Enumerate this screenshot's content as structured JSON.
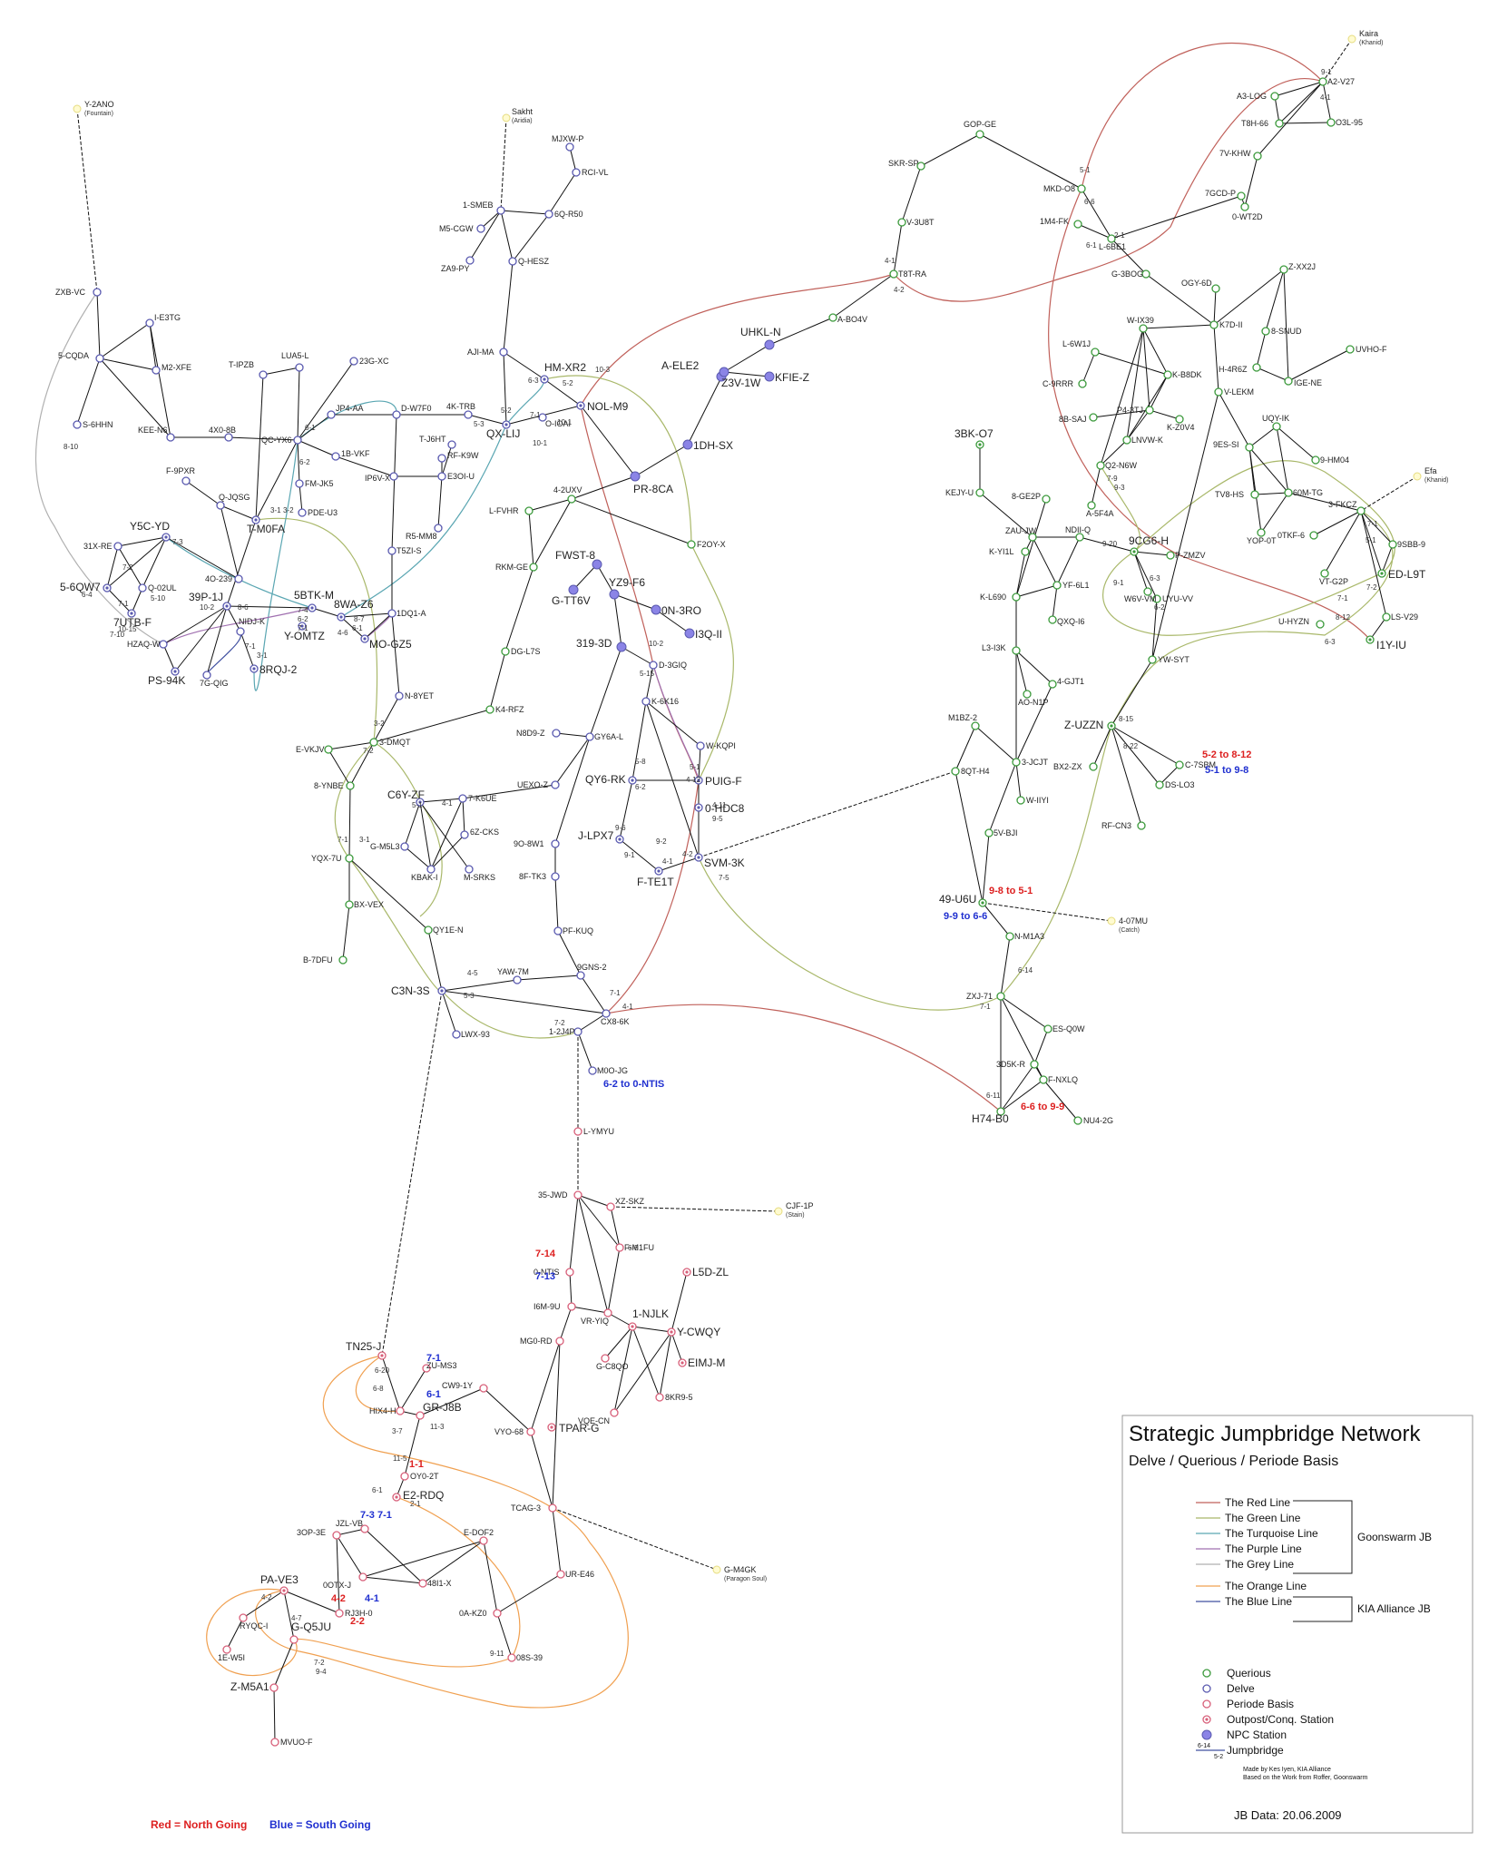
{
  "colors": {
    "querious": "#3c9a3c",
    "delve": "#5a5ab0",
    "periode": "#d8607a",
    "npc_fill": "#8b84e6",
    "red_line": "#c0605a",
    "green_line": "#a9b86a",
    "turquoise_line": "#5aa6b2",
    "purple_line": "#a070b0",
    "grey_line": "#b0b0b0",
    "orange_line": "#f0a050",
    "blue_line": "#4050a0",
    "north": "#dd2020",
    "south": "#2030d0"
  },
  "systems": [
    {
      "name": "Y-2ANO",
      "type": "ext"
    },
    {
      "name": "Sakht",
      "type": "ext"
    },
    {
      "name": "Kaira",
      "type": "ext"
    },
    {
      "name": "Efa",
      "type": "ext"
    },
    {
      "name": "4-07MU",
      "type": "ext"
    },
    {
      "name": "CJF-1P",
      "type": "ext"
    },
    {
      "name": "G-M4GK",
      "type": "ext"
    },
    {
      "name": "ZXB-VC",
      "type": "d"
    },
    {
      "name": "I-E3TG",
      "type": "d"
    },
    {
      "name": "5-CQDA",
      "type": "d"
    },
    {
      "name": "M2-XFE",
      "type": "d"
    },
    {
      "name": "S-6HHN",
      "type": "d"
    },
    {
      "name": "KEE-N6",
      "type": "d"
    },
    {
      "name": "4X0-8B",
      "type": "d"
    },
    {
      "name": "T-IPZB",
      "type": "d"
    },
    {
      "name": "LUA5-L",
      "type": "d"
    },
    {
      "name": "23G-XC",
      "type": "d"
    },
    {
      "name": "QC-YX6",
      "type": "d"
    },
    {
      "name": "JP4-AA",
      "type": "d"
    },
    {
      "name": "D-W7F0",
      "type": "d"
    },
    {
      "name": "4K-TRB",
      "type": "d"
    },
    {
      "name": "1B-VKF",
      "type": "d"
    },
    {
      "name": "FM-JK5",
      "type": "d"
    },
    {
      "name": "IP6V-X",
      "type": "d"
    },
    {
      "name": "PDE-U3",
      "type": "d"
    },
    {
      "name": "F-9PXR",
      "type": "d"
    },
    {
      "name": "Q-JQSG",
      "type": "d"
    },
    {
      "name": "T-M0FA",
      "type": "do"
    },
    {
      "name": "Y5C-YD",
      "type": "do"
    },
    {
      "name": "31X-RE",
      "type": "d"
    },
    {
      "name": "Q-02UL",
      "type": "d"
    },
    {
      "name": "5-6QW7",
      "type": "do"
    },
    {
      "name": "7UTB-F",
      "type": "do"
    },
    {
      "name": "4O-239",
      "type": "d"
    },
    {
      "name": "39P-1J",
      "type": "do"
    },
    {
      "name": "HZAQ-W",
      "type": "d"
    },
    {
      "name": "PS-94K",
      "type": "do"
    },
    {
      "name": "7G-QIG",
      "type": "d"
    },
    {
      "name": "NIDJ-K",
      "type": "d"
    },
    {
      "name": "8RQJ-2",
      "type": "do"
    },
    {
      "name": "5BTK-M",
      "type": "do"
    },
    {
      "name": "8WA-Z6",
      "type": "do"
    },
    {
      "name": "1DQ1-A",
      "type": "d"
    },
    {
      "name": "Y-OMTZ",
      "type": "do"
    },
    {
      "name": "MO-GZ5",
      "type": "do"
    },
    {
      "name": "T5ZI-S",
      "type": "d"
    },
    {
      "name": "N-8YET",
      "type": "d"
    },
    {
      "name": "1-SMEB",
      "type": "d"
    },
    {
      "name": "M5-CGW",
      "type": "d"
    },
    {
      "name": "ZA9-PY",
      "type": "d"
    },
    {
      "name": "MJXW-P",
      "type": "d"
    },
    {
      "name": "RCI-VL",
      "type": "d"
    },
    {
      "name": "6Q-R50",
      "type": "d"
    },
    {
      "name": "Q-HESZ",
      "type": "d"
    },
    {
      "name": "AJI-MA",
      "type": "d"
    },
    {
      "name": "HM-XR2",
      "type": "do"
    },
    {
      "name": "QX-LIJ",
      "type": "do"
    },
    {
      "name": "NOL-M9",
      "type": "do"
    },
    {
      "name": "O-IOAI",
      "type": "d"
    },
    {
      "name": "T-J6HT",
      "type": "d"
    },
    {
      "name": "RF-K9W",
      "type": "d"
    },
    {
      "name": "E3OI-U",
      "type": "d"
    },
    {
      "name": "R5-MM8",
      "type": "d"
    },
    {
      "name": "UHKL-N",
      "type": "n"
    },
    {
      "name": "A-ELE2",
      "type": "n"
    },
    {
      "name": "Z3V-1W",
      "type": "n"
    },
    {
      "name": "KFIE-Z",
      "type": "n"
    },
    {
      "name": "1DH-SX",
      "type": "n"
    },
    {
      "name": "PR-8CA",
      "type": "n"
    },
    {
      "name": "4-2UXV",
      "type": "q"
    },
    {
      "name": "L-FVHR",
      "type": "q"
    },
    {
      "name": "RKM-GE",
      "type": "q"
    },
    {
      "name": "F2OY-X",
      "type": "q"
    },
    {
      "name": "FWST-8",
      "type": "n"
    },
    {
      "name": "G-TT6V",
      "type": "n"
    },
    {
      "name": "YZ9-F6",
      "type": "n"
    },
    {
      "name": "0N-3RO",
      "type": "n"
    },
    {
      "name": "I3Q-II",
      "type": "n"
    },
    {
      "name": "319-3D",
      "type": "n"
    },
    {
      "name": "D-3GIQ",
      "type": "d"
    },
    {
      "name": "K-6K16",
      "type": "d"
    },
    {
      "name": "DG-L7S",
      "type": "q"
    },
    {
      "name": "K4-RFZ",
      "type": "q"
    },
    {
      "name": "3-DMQT",
      "type": "q"
    },
    {
      "name": "E-VKJV",
      "type": "q"
    },
    {
      "name": "8-YNBE",
      "type": "q"
    },
    {
      "name": "N8D9-Z",
      "type": "d"
    },
    {
      "name": "GY6A-L",
      "type": "d"
    },
    {
      "name": "W-KQPI",
      "type": "d"
    },
    {
      "name": "QY6-RK",
      "type": "do"
    },
    {
      "name": "PUIG-F",
      "type": "do"
    },
    {
      "name": "0-HDC8",
      "type": "do"
    },
    {
      "name": "J-LPX7",
      "type": "do"
    },
    {
      "name": "SVM-3K",
      "type": "do"
    },
    {
      "name": "F-TE1T",
      "type": "do"
    },
    {
      "name": "C6Y-ZF",
      "type": "do"
    },
    {
      "name": "7-K6UE",
      "type": "d"
    },
    {
      "name": "UEXO-Z",
      "type": "d"
    },
    {
      "name": "G-M5L3",
      "type": "d"
    },
    {
      "name": "6Z-CKS",
      "type": "d"
    },
    {
      "name": "KBAK-I",
      "type": "d"
    },
    {
      "name": "M-SRKS",
      "type": "d"
    },
    {
      "name": "9O-8W1",
      "type": "d"
    },
    {
      "name": "8F-TK3",
      "type": "d"
    },
    {
      "name": "PF-KUQ",
      "type": "d"
    },
    {
      "name": "YQX-7U",
      "type": "q"
    },
    {
      "name": "BX-VEX",
      "type": "q"
    },
    {
      "name": "B-7DFU",
      "type": "q"
    },
    {
      "name": "QY1E-N",
      "type": "q"
    },
    {
      "name": "YAW-7M",
      "type": "d"
    },
    {
      "name": "9GNS-2",
      "type": "d"
    },
    {
      "name": "C3N-3S",
      "type": "do"
    },
    {
      "name": "CX8-6K",
      "type": "d"
    },
    {
      "name": "1-2J4P",
      "type": "d"
    },
    {
      "name": "LWX-93",
      "type": "d"
    },
    {
      "name": "M0O-JG",
      "type": "d"
    },
    {
      "name": "GOP-GE",
      "type": "q"
    },
    {
      "name": "SKR-SP",
      "type": "q"
    },
    {
      "name": "V-3U8T",
      "type": "q"
    },
    {
      "name": "T8T-RA",
      "type": "q"
    },
    {
      "name": "A-BO4V",
      "type": "q"
    },
    {
      "name": "MKD-O8",
      "type": "q"
    },
    {
      "name": "1M4-FK",
      "type": "q"
    },
    {
      "name": "L-6BE1",
      "type": "q"
    },
    {
      "name": "7GCD-P",
      "type": "q"
    },
    {
      "name": "0-WT2D",
      "type": "q"
    },
    {
      "name": "7V-KHW",
      "type": "q"
    },
    {
      "name": "T8H-66",
      "type": "q"
    },
    {
      "name": "A3-LOG",
      "type": "q"
    },
    {
      "name": "A2-V27",
      "type": "q"
    },
    {
      "name": "O3L-95",
      "type": "q"
    },
    {
      "name": "G-3BOG",
      "type": "q"
    },
    {
      "name": "OGY-6D",
      "type": "q"
    },
    {
      "name": "Z-XX2J",
      "type": "q"
    },
    {
      "name": "K7D-II",
      "type": "q"
    },
    {
      "name": "8-SNUD",
      "type": "q"
    },
    {
      "name": "H-4R6Z",
      "type": "q"
    },
    {
      "name": "UVHO-F",
      "type": "q"
    },
    {
      "name": "IGE-NE",
      "type": "q"
    },
    {
      "name": "W-IX39",
      "type": "q"
    },
    {
      "name": "L-6W1J",
      "type": "q"
    },
    {
      "name": "K-B8DK",
      "type": "q"
    },
    {
      "name": "C-9RRR",
      "type": "q"
    },
    {
      "name": "V-LEKM",
      "type": "q"
    },
    {
      "name": "P4-3TJ",
      "type": "q"
    },
    {
      "name": "8B-SAJ",
      "type": "q"
    },
    {
      "name": "K-Z0V4",
      "type": "q"
    },
    {
      "name": "LNVW-K",
      "type": "q"
    },
    {
      "name": "UQY-IK",
      "type": "q"
    },
    {
      "name": "9ES-SI",
      "type": "q"
    },
    {
      "name": "9-HM04",
      "type": "q"
    },
    {
      "name": "Q2-N6W",
      "type": "q"
    },
    {
      "name": "A-5F4A",
      "type": "q"
    },
    {
      "name": "TV8-HS",
      "type": "q"
    },
    {
      "name": "60M-TG",
      "type": "q"
    },
    {
      "name": "3-FKCZ",
      "type": "q"
    },
    {
      "name": "YOP-0T",
      "type": "q"
    },
    {
      "name": "0TKF-6",
      "type": "q"
    },
    {
      "name": "9SBB-9",
      "type": "q"
    },
    {
      "name": "ED-L9T",
      "type": "qo"
    },
    {
      "name": "VT-G2P",
      "type": "q"
    },
    {
      "name": "LS-V29",
      "type": "q"
    },
    {
      "name": "I1Y-IU",
      "type": "qo"
    },
    {
      "name": "U-HYZN",
      "type": "q"
    },
    {
      "name": "3BK-O7",
      "type": "qo"
    },
    {
      "name": "KEJY-U",
      "type": "q"
    },
    {
      "name": "8-GE2P",
      "type": "q"
    },
    {
      "name": "ZAU-JW",
      "type": "q"
    },
    {
      "name": "NDII-Q",
      "type": "q"
    },
    {
      "name": "9CG6-H",
      "type": "qo"
    },
    {
      "name": "P-ZMZV",
      "type": "q"
    },
    {
      "name": "K-YI1L",
      "type": "q"
    },
    {
      "name": "YF-6L1",
      "type": "q"
    },
    {
      "name": "W6V-VM",
      "type": "q"
    },
    {
      "name": "UYU-VV",
      "type": "q"
    },
    {
      "name": "K-L690",
      "type": "q"
    },
    {
      "name": "QXQ-I6",
      "type": "q"
    },
    {
      "name": "YW-SYT",
      "type": "q"
    },
    {
      "name": "L3-I3K",
      "type": "q"
    },
    {
      "name": "4-GJT1",
      "type": "q"
    },
    {
      "name": "AO-N1P",
      "type": "q"
    },
    {
      "name": "Z-UZZN",
      "type": "qo"
    },
    {
      "name": "M1BZ-2",
      "type": "q"
    },
    {
      "name": "8QT-H4",
      "type": "q"
    },
    {
      "name": "3-JCJT",
      "type": "q"
    },
    {
      "name": "BX2-ZX",
      "type": "q"
    },
    {
      "name": "C-7SBM",
      "type": "q"
    },
    {
      "name": "DS-LO3",
      "type": "q"
    },
    {
      "name": "W-IIYI",
      "type": "q"
    },
    {
      "name": "RF-CN3",
      "type": "q"
    },
    {
      "name": "5V-BJI",
      "type": "q"
    },
    {
      "name": "49-U6U",
      "type": "qo"
    },
    {
      "name": "N-M1A3",
      "type": "q"
    },
    {
      "name": "ZXJ-71",
      "type": "q"
    },
    {
      "name": "ES-Q0W",
      "type": "q"
    },
    {
      "name": "3D5K-R",
      "type": "q"
    },
    {
      "name": "F-NXLQ",
      "type": "q"
    },
    {
      "name": "H74-B0",
      "type": "q"
    },
    {
      "name": "NU4-2G",
      "type": "q"
    },
    {
      "name": "L-YMYU",
      "type": "p"
    },
    {
      "name": "35-JWD",
      "type": "p"
    },
    {
      "name": "XZ-SKZ",
      "type": "p"
    },
    {
      "name": "F-M1FU",
      "type": "p"
    },
    {
      "name": "0-NTIS",
      "type": "p"
    },
    {
      "name": "L5D-ZL",
      "type": "po"
    },
    {
      "name": "I6M-9U",
      "type": "p"
    },
    {
      "name": "VR-YIQ",
      "type": "p"
    },
    {
      "name": "1-NJLK",
      "type": "po"
    },
    {
      "name": "Y-CWQY",
      "type": "po"
    },
    {
      "name": "EIMJ-M",
      "type": "po"
    },
    {
      "name": "G-C8QO",
      "type": "p"
    },
    {
      "name": "8KR9-5",
      "type": "p"
    },
    {
      "name": "VQE-CN",
      "type": "p"
    },
    {
      "name": "MG0-RD",
      "type": "p"
    },
    {
      "name": "TN25-J",
      "type": "po"
    },
    {
      "name": "ZU-MS3",
      "type": "p"
    },
    {
      "name": "CW9-1Y",
      "type": "p"
    },
    {
      "name": "HIX4-H",
      "type": "p"
    },
    {
      "name": "GR-J8B",
      "type": "p"
    },
    {
      "name": "VYO-68",
      "type": "p"
    },
    {
      "name": "TPAR-G",
      "type": "po"
    },
    {
      "name": "OY0-2T",
      "type": "p"
    },
    {
      "name": "E2-RDQ",
      "type": "po"
    },
    {
      "name": "TCAG-3",
      "type": "p"
    },
    {
      "name": "JZL-VB",
      "type": "p"
    },
    {
      "name": "3OP-3E",
      "type": "p"
    },
    {
      "name": "E-DOF2",
      "type": "p"
    },
    {
      "name": "UR-E46",
      "type": "p"
    },
    {
      "name": "0OTX-J",
      "type": "p"
    },
    {
      "name": "48I1-X",
      "type": "p"
    },
    {
      "name": "PA-VE3",
      "type": "po"
    },
    {
      "name": "RJ3H-0",
      "type": "p"
    },
    {
      "name": "RYQC-I",
      "type": "p"
    },
    {
      "name": "0A-KZ0",
      "type": "p"
    },
    {
      "name": "G-Q5JU",
      "type": "p"
    },
    {
      "name": "1E-W5I",
      "type": "p"
    },
    {
      "name": "08S-39",
      "type": "p"
    },
    {
      "name": "Z-M5A1",
      "type": "p"
    },
    {
      "name": "MVUO-F",
      "type": "p"
    }
  ],
  "external_subs": {
    "Y-2ANO": "(Fountain)",
    "Sakht": "(Aridia)",
    "Kaira": "(Khanid)",
    "Efa": "(Khanid)",
    "4-07MU": "(Catch)",
    "CJF-1P": "(Stain)",
    "G-M4GK": "(Paragon Soul)"
  },
  "jumpbridge_labels": [
    "9-1",
    "4-1",
    "5-1",
    "6-6",
    "6-1",
    "2-1",
    "4-1",
    "4-2",
    "10-3",
    "6-3",
    "5-2",
    "5-2",
    "7-1",
    "10-1",
    "8-10",
    "6-1",
    "6-2",
    "5-3",
    "3-1",
    "3-2",
    "7-2",
    "7-3",
    "7-1",
    "5-10",
    "6-4",
    "10-15",
    "7-10",
    "10-2",
    "8-6",
    "6-2",
    "7-4",
    "7-1",
    "8-7",
    "6-1",
    "4-6",
    "7-1",
    "3-1",
    "3-2",
    "7-2",
    "7-1",
    "3-1",
    "5-1",
    "4-1",
    "4-5",
    "5-3",
    "7-2",
    "7-1",
    "4-1",
    "10-1",
    "10-2",
    "5-15",
    "5-8",
    "6-2",
    "5-1",
    "4-12",
    "4-11",
    "9-5",
    "9-6",
    "9-1",
    "9-2",
    "4-1",
    "4-2",
    "7-5",
    "7-9",
    "9-3",
    "9-20",
    "6-2",
    "6-3",
    "9-1",
    "8-12",
    "6-3",
    "7-1",
    "5-1",
    "7-1",
    "7-2",
    "8-15",
    "8-22",
    "6-14",
    "7-1",
    "6-11",
    "6-5",
    "6-20",
    "6-8",
    "3-7",
    "11-3",
    "11-5",
    "6-1",
    "2-1",
    "4-2",
    "4-7",
    "7-2",
    "9-4",
    "9-11"
  ],
  "annotations": [
    {
      "text": "5-2 to 8-12",
      "color": "north"
    },
    {
      "text": "5-1 to 9-8",
      "color": "south"
    },
    {
      "text": "9-8 to 5-1",
      "color": "north"
    },
    {
      "text": "9-9 to 6-6",
      "color": "south"
    },
    {
      "text": "6-2 to 0-NTIS",
      "color": "south"
    },
    {
      "text": "6-6 to 9-9",
      "color": "north"
    },
    {
      "text": "7-14",
      "color": "north"
    },
    {
      "text": "7-13",
      "color": "south"
    },
    {
      "text": "7-1",
      "color": "south"
    },
    {
      "text": "6-1",
      "color": "south"
    },
    {
      "text": "1-1",
      "color": "north"
    },
    {
      "text": "7-3 7-1",
      "color": "south"
    },
    {
      "text": "4-2",
      "color": "north"
    },
    {
      "text": "4-1",
      "color": "south"
    },
    {
      "text": "2-2",
      "color": "north"
    }
  ],
  "legend": {
    "title": "Strategic Jumpbridge Network",
    "subtitle": "Delve / Querious / Periode Basis",
    "lines": [
      {
        "label": "The Red Line",
        "color": "red_line"
      },
      {
        "label": "The Green Line",
        "color": "green_line"
      },
      {
        "label": "The Turquoise Line",
        "color": "turquoise_line"
      },
      {
        "label": "The Purple Line",
        "color": "purple_line"
      },
      {
        "label": "The Grey Line",
        "color": "grey_line"
      },
      {
        "label": "The Orange Line",
        "color": "orange_line"
      },
      {
        "label": "The Blue Line",
        "color": "blue_line"
      }
    ],
    "group_goonswarm": "Goonswarm JB",
    "group_kia": "KIA Alliance JB",
    "regions": [
      {
        "label": "Querious",
        "kind": "querious"
      },
      {
        "label": "Delve",
        "kind": "delve"
      },
      {
        "label": "Periode Basis",
        "kind": "periode"
      },
      {
        "label": "Outpost/Conq. Station",
        "kind": "outpost"
      },
      {
        "label": "NPC Station",
        "kind": "npc"
      },
      {
        "label": "Jumpbridge",
        "kind": "jb"
      }
    ],
    "jb_sample_top": "6-14",
    "jb_sample_bottom": "5-2",
    "credit1": "Made by Kes Iyen, KIA Alliance",
    "credit2": "Based on the Work from Roffer, Goonswarm",
    "date": "JB Data: 20.06.2009"
  },
  "footer": {
    "red_text": "Red = North Going",
    "blue_text": "Blue = South Going"
  }
}
